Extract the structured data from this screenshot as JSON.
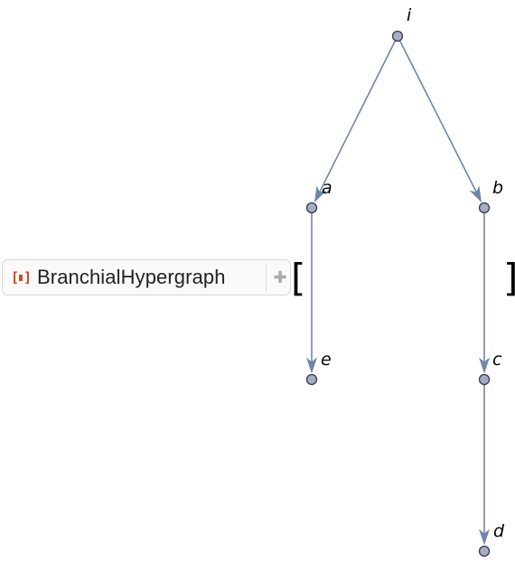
{
  "resource_function": {
    "name": "BranchialHypergraph",
    "icon": "resource-function-icon",
    "plus_icon": "plus-icon",
    "icon_color": "#d2461f"
  },
  "brackets": {
    "open": "[",
    "close": "]"
  },
  "graph": {
    "vertices": [
      {
        "id": "i",
        "label": "i"
      },
      {
        "id": "a",
        "label": "a"
      },
      {
        "id": "b",
        "label": "b"
      },
      {
        "id": "e",
        "label": "e"
      },
      {
        "id": "c",
        "label": "c"
      },
      {
        "id": "d",
        "label": "d"
      }
    ],
    "edges": [
      {
        "from": "i",
        "to": "a"
      },
      {
        "from": "i",
        "to": "b"
      },
      {
        "from": "a",
        "to": "e"
      },
      {
        "from": "b",
        "to": "c"
      },
      {
        "from": "c",
        "to": "d"
      }
    ],
    "colors": {
      "edge": "#6f86aa",
      "vertex_fill": "#a3adc6",
      "vertex_stroke": "#3c3c46"
    }
  }
}
